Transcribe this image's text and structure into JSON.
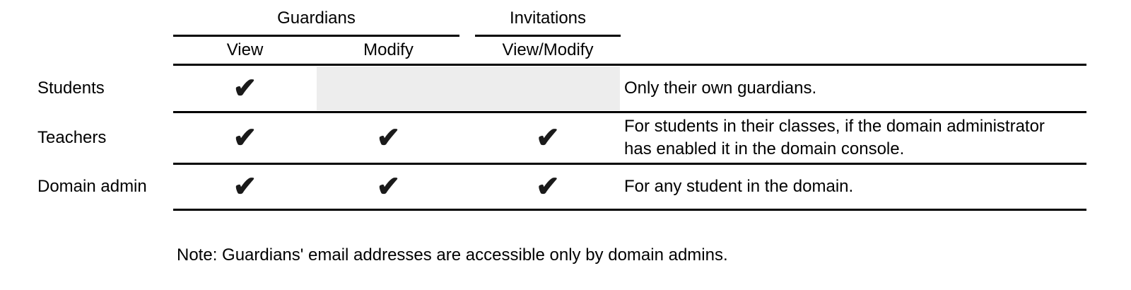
{
  "icons": {
    "check": "✔"
  },
  "colors": {
    "shaded_cell": "#ededed",
    "line": "#000000",
    "check": "#1a1a1a",
    "text": "#000000"
  },
  "table": {
    "column_groups": [
      {
        "label": "Guardians",
        "columns": [
          "View",
          "Modify"
        ]
      },
      {
        "label": "Invitations",
        "columns": [
          "View/Modify"
        ]
      }
    ],
    "columns": [
      "View",
      "Modify",
      "View/Modify"
    ],
    "rows": [
      {
        "label": "Students",
        "permissions": {
          "view": true,
          "modify": false,
          "view_modify": false
        },
        "not_applicable_shaded": [
          "Modify",
          "View/Modify"
        ],
        "note": "Only their own guardians."
      },
      {
        "label": "Teachers",
        "permissions": {
          "view": true,
          "modify": true,
          "view_modify": true
        },
        "note": "For students in their classes, if the domain administrator has enabled it in the domain console."
      },
      {
        "label": "Domain admin",
        "permissions": {
          "view": true,
          "modify": true,
          "view_modify": true
        },
        "note": "For any student in the domain."
      }
    ]
  },
  "footer_note": "Note: Guardians' email addresses are accessible only by domain admins."
}
